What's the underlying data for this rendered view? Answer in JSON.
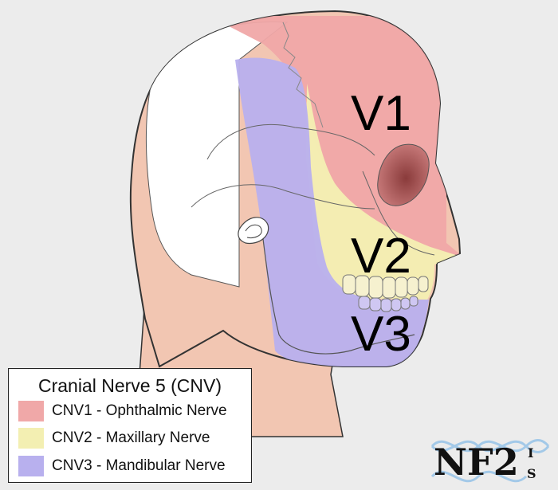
{
  "colors": {
    "background": "#ececec",
    "skin": "#f2c6b2",
    "v1": "#f0a8a8",
    "v2": "#f3efb2",
    "v3": "#b8b0ee",
    "outline": "#333333",
    "logo_dna": "#9cc6e8"
  },
  "zones": {
    "v1_label": "V1",
    "v2_label": "V2",
    "v3_label": "V3"
  },
  "legend": {
    "title": "Cranial Nerve 5 (CNV)",
    "items": [
      {
        "label": "CNV1 - Ophthalmic Nerve",
        "color": "#f0a8a8"
      },
      {
        "label": "CNV2 - Maxillary Nerve",
        "color": "#f3efb2"
      },
      {
        "label": "CNV3 - Mandibular Nerve",
        "color": "#b8b0ee"
      }
    ]
  },
  "logo": {
    "text": "NF2",
    "suffix_top": "I",
    "suffix_bottom": "S"
  }
}
